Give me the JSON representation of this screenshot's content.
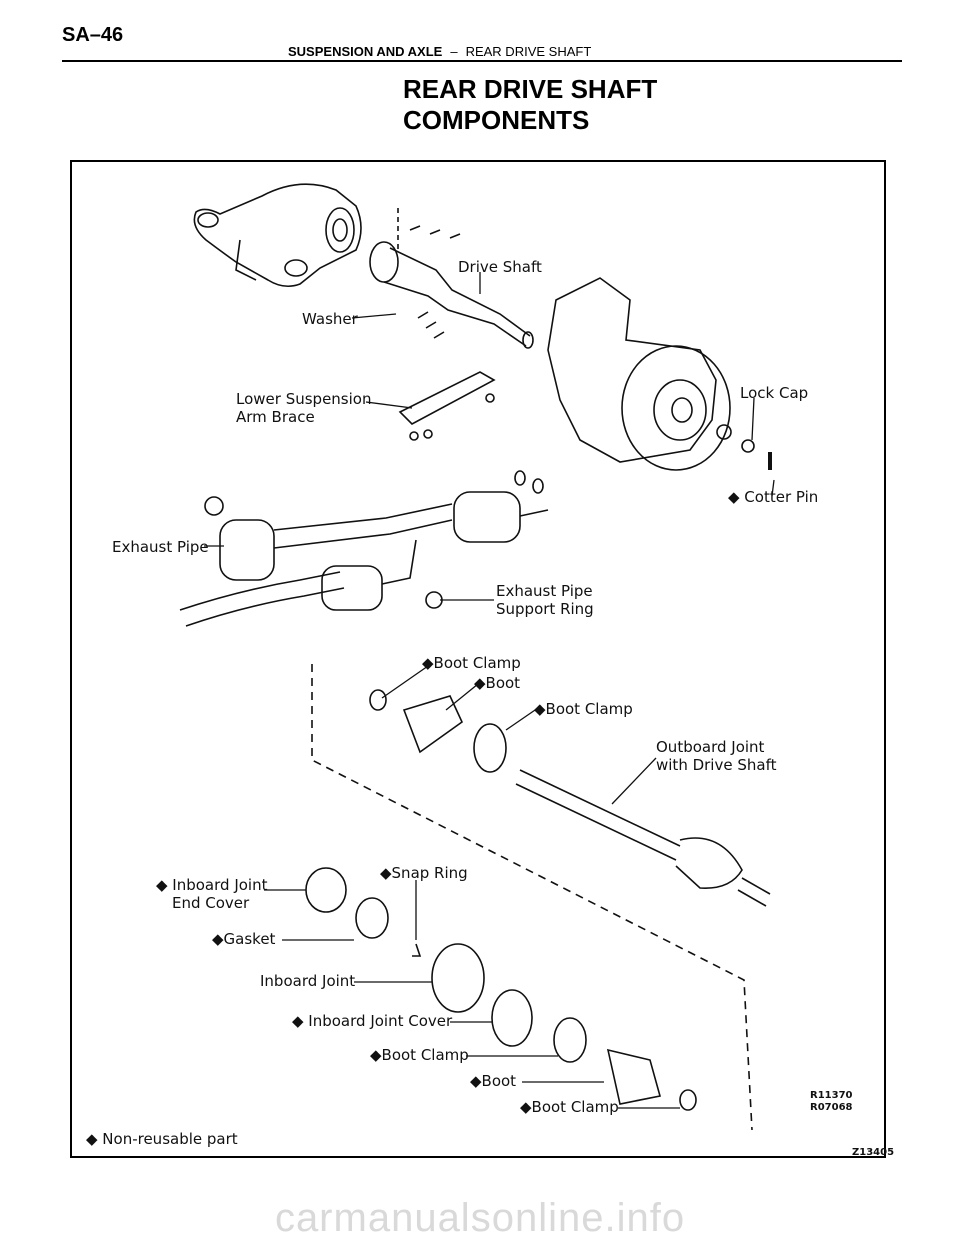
{
  "header": {
    "page_number": "SA–46",
    "section": "SUSPENSION AND AXLE",
    "separator": "–",
    "subsection": "REAR DRIVE SHAFT"
  },
  "title": {
    "line1": "REAR DRIVE SHAFT",
    "line2": "COMPONENTS"
  },
  "labels": {
    "drive_shaft": "Drive Shaft",
    "washer": "Washer",
    "lower_susp_1": "Lower Suspension",
    "lower_susp_2": "Arm Brace",
    "lock_cap": "Lock Cap",
    "cotter_pin": "◆ Cotter Pin",
    "exhaust_pipe": "Exhaust Pipe",
    "exhaust_support_1": "Exhaust Pipe",
    "exhaust_support_2": "Support Ring",
    "boot_clamp_1": "◆Boot Clamp",
    "boot_1": "◆Boot",
    "boot_clamp_2": "◆Boot Clamp",
    "outboard_1": "Outboard Joint",
    "outboard_2": "with Drive Shaft",
    "inboard_end_cover_1": "◆ Inboard Joint",
    "inboard_end_cover_2": "End Cover",
    "snap_ring": "◆Snap Ring",
    "gasket": "◆Gasket",
    "inboard_joint": "Inboard Joint",
    "inboard_joint_cover": "◆ Inboard Joint Cover",
    "boot_clamp_3": "◆Boot Clamp",
    "boot_2": "◆Boot",
    "boot_clamp_4": "◆Boot Clamp",
    "ref_code_1": "R11370",
    "ref_code_2": "R07068",
    "legend": "◆  Non-reusable part",
    "figure_id": "Z13405"
  },
  "watermark": "carmanualsonline.info"
}
